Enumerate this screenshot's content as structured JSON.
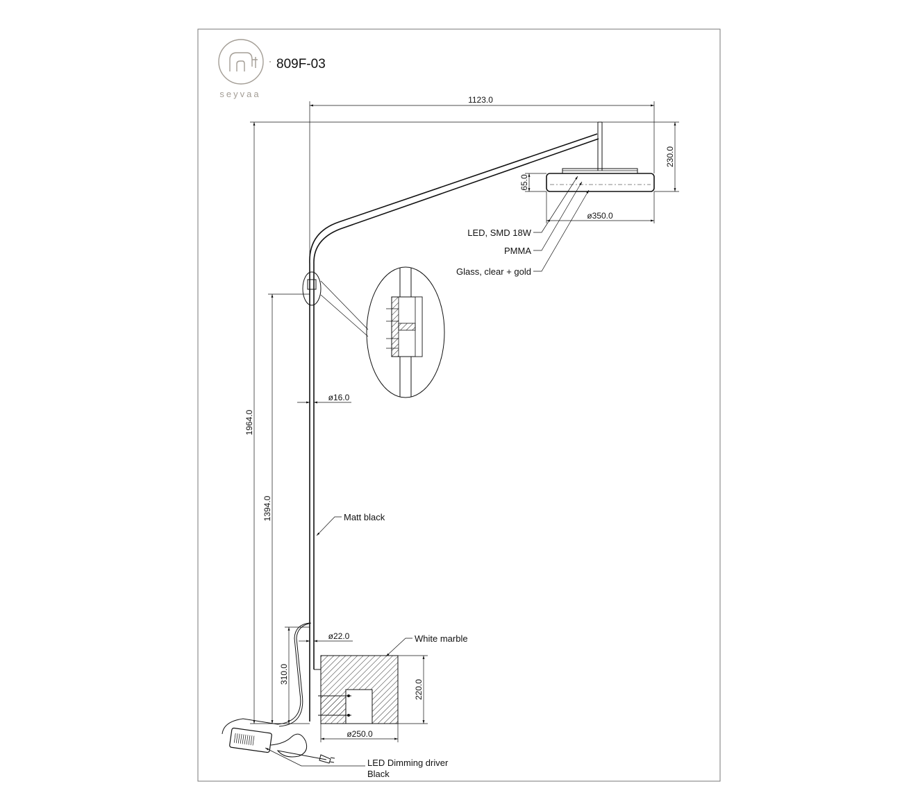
{
  "brand": {
    "name": "seyvaa",
    "logo_color": "#a39d95"
  },
  "model": "809F-03",
  "dimensions": {
    "total_width": "1123.0",
    "shade_drop": "230.0",
    "shade_height": "65.0",
    "shade_diameter": "ø350.0",
    "total_height": "1964.0",
    "joint_height": "1394.0",
    "pole_diameter": "ø16.0",
    "cable_exit_height": "310.0",
    "lower_pole_diameter": "ø22.0",
    "base_height": "220.0",
    "base_diameter": "ø250.0"
  },
  "callouts": {
    "led": "LED, SMD 18W",
    "pmma": "PMMA",
    "glass": "Glass, clear + gold",
    "finish": "Matt black",
    "base_material": "White marble",
    "driver_line1": "LED Dimming driver",
    "driver_line2": "Black"
  }
}
